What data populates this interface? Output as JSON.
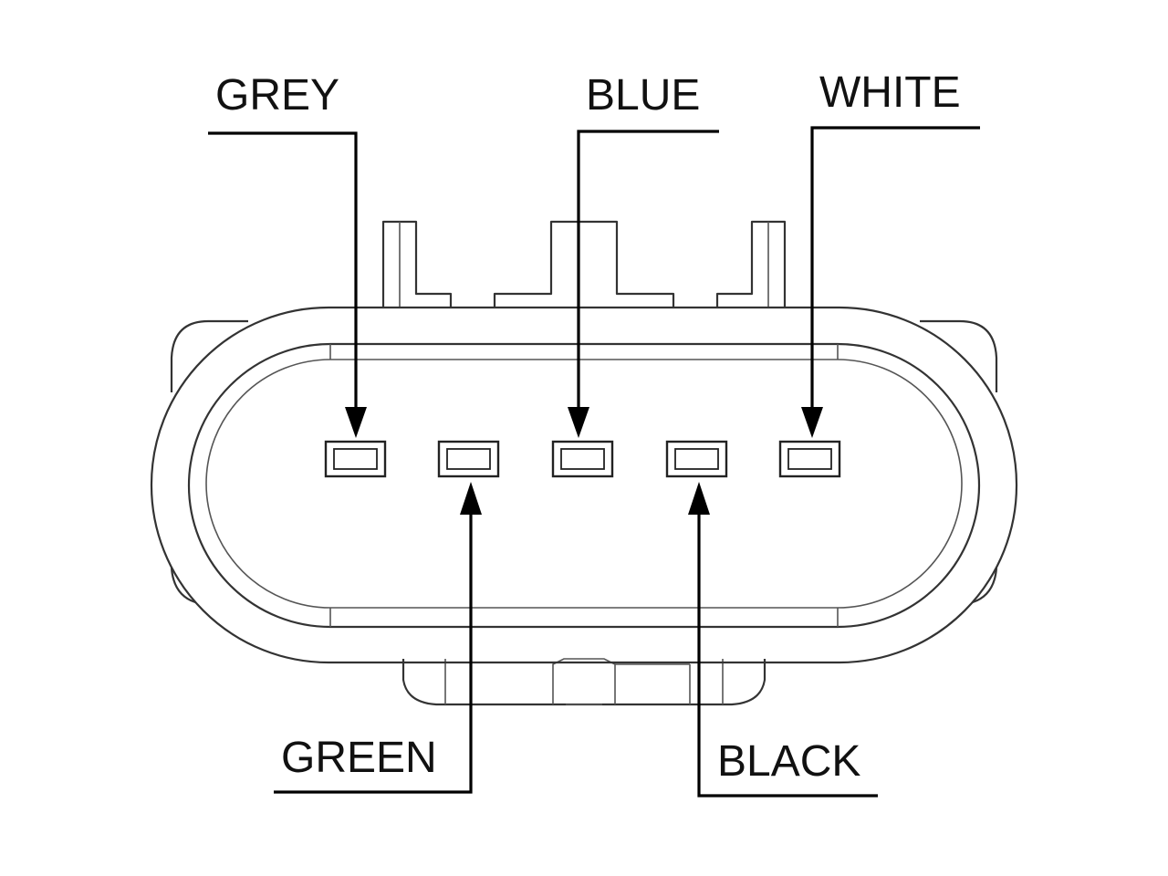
{
  "labels": {
    "grey": "GREY",
    "blue": "BLUE",
    "white": "WHITE",
    "green": "GREEN",
    "black": "BLACK"
  },
  "colors": {
    "line": "#000000",
    "outline": "#333333",
    "background": "#ffffff"
  }
}
